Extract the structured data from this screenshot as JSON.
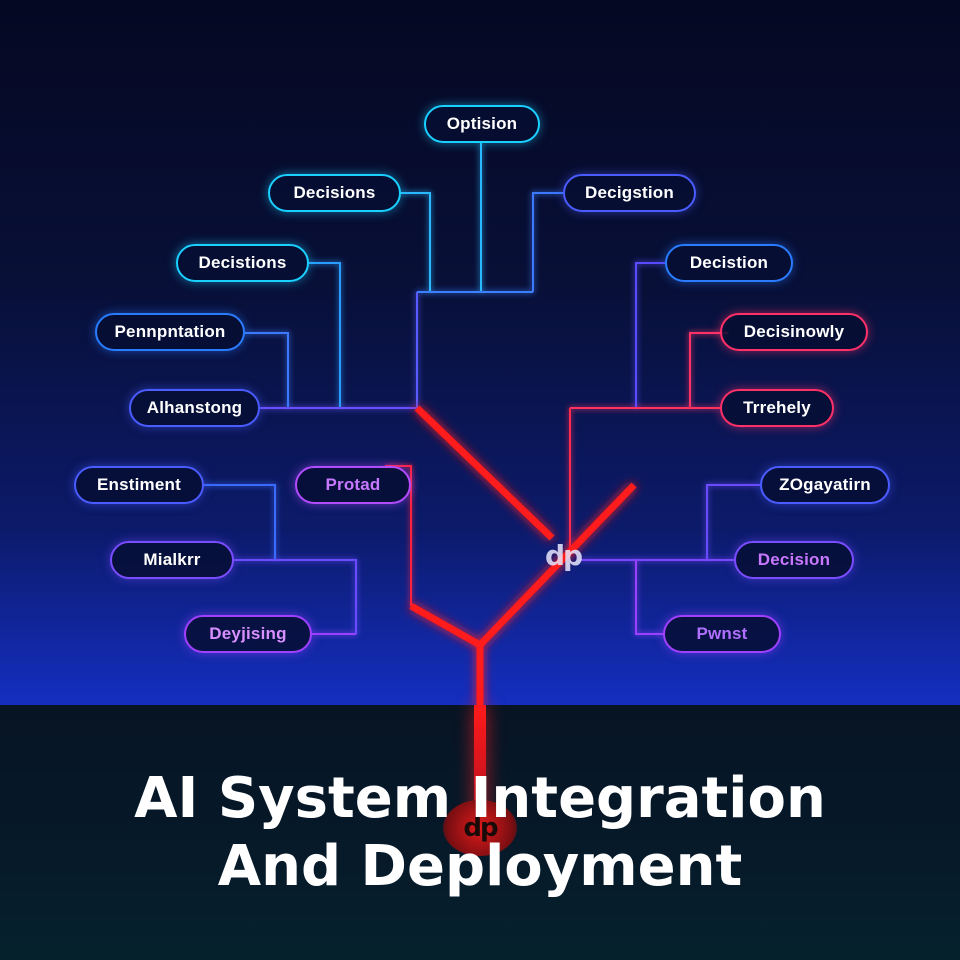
{
  "nodes": {
    "top": "Optision",
    "upper_left": "Decisions",
    "upper_right": "Decigstion",
    "left_1": "Decistions",
    "right_1": "Decistion",
    "left_2": "Pennpntation",
    "right_2": "Decisinowly",
    "left_3": "Alhanstong",
    "right_3": "Trrehely",
    "lower_left_1": "Enstiment",
    "lower_left_2": "Mialkrr",
    "lower_left_3": "Deyjising",
    "lower_mid": "Protad",
    "lower_right_1": "ZOgayatirn",
    "lower_right_2": "Decision",
    "lower_right_3": "Pwnst"
  },
  "logo": {
    "center_mark": "dp",
    "band_mark": "dp"
  },
  "title": {
    "line1": "AI System Integration",
    "line2": "And Deployment"
  },
  "colors": {
    "trunk": "#ff1a1a",
    "node_cyan": "#1ad0ff",
    "node_purple": "#a040ff",
    "node_red": "#ff3068",
    "background_top": "#050822",
    "background_bottom": "#1a3ee0"
  }
}
